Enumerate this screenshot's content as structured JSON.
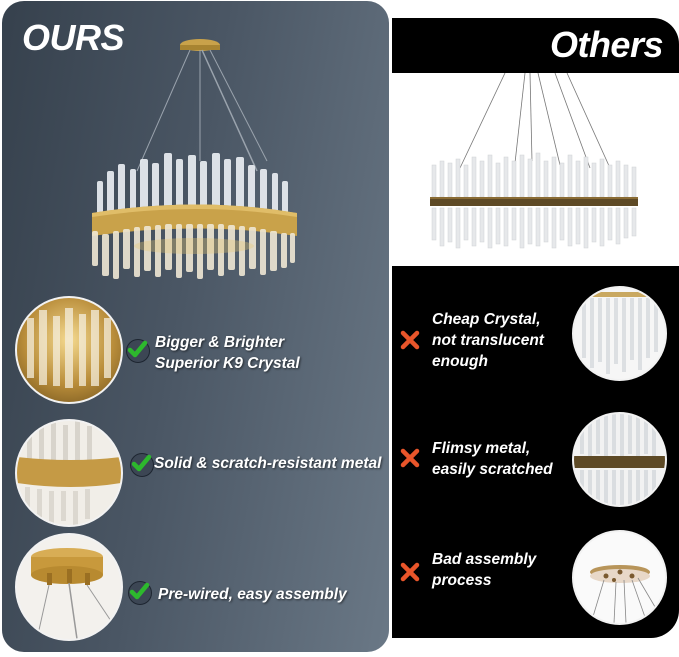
{
  "ours": {
    "title": "OURS",
    "features": [
      {
        "line1": "Bigger & Brighter",
        "line2": "Superior K9 Crystal",
        "icon": "check-icon",
        "image": "crystal-closeup"
      },
      {
        "line1": "Solid & scratch-resistant metal",
        "line2": "",
        "icon": "check-icon",
        "image": "gold-ring-closeup"
      },
      {
        "line1": "Pre-wired, easy assembly",
        "line2": "",
        "icon": "check-icon",
        "image": "canopy-closeup"
      }
    ]
  },
  "others": {
    "title": "Others",
    "features": [
      {
        "line1": "Cheap Crystal,",
        "line2": "not translucent",
        "line3": "enough",
        "icon": "x-icon",
        "image": "cheap-crystal-closeup"
      },
      {
        "line1": "Flimsy metal,",
        "line2": "easily scratched",
        "line3": "",
        "icon": "x-icon",
        "image": "thin-ring-closeup"
      },
      {
        "line1": "Bad assembly",
        "line2": "process",
        "line3": "",
        "icon": "x-icon",
        "image": "canopy-closeup"
      }
    ]
  },
  "colors": {
    "check_green": "#2db82d",
    "x_orange": "#e8552a",
    "gold": "#c9a24a",
    "ours_bg": "#4a5664",
    "others_bg": "#000000"
  }
}
